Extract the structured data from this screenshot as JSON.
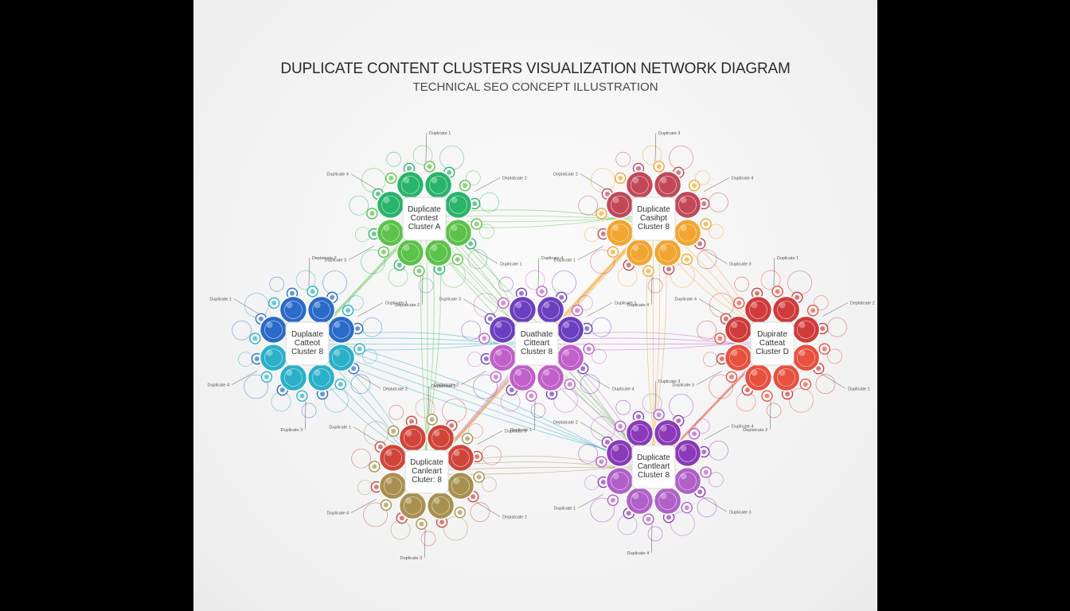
{
  "header": {
    "title": "DUPLICATE CONTENT CLUSTERS VISUALIZATION NETWORK DIAGRAM",
    "subtitle": "TECHNICAL SEO CONCEPT ILLUSTRATION"
  },
  "clusters": [
    {
      "id": "a",
      "lines": [
        "Duplicate",
        "Contest",
        "Cluster A"
      ],
      "colors": [
        "#5cc24a",
        "#28b46a"
      ]
    },
    {
      "id": "b",
      "lines": [
        "Duplaate",
        "Catteot",
        "Cluster 8"
      ],
      "colors": [
        "#2ab0c8",
        "#2a6ac8"
      ]
    },
    {
      "id": "c",
      "lines": [
        "Duplicate",
        "Casihpt",
        "Cluster 8"
      ],
      "colors": [
        "#f2a530",
        "#c24858"
      ]
    },
    {
      "id": "center",
      "lines": [
        "Duathate",
        "Citteart",
        "Cluster 8"
      ],
      "colors": [
        "#c060c8",
        "#6a40c0"
      ]
    },
    {
      "id": "d",
      "lines": [
        "Dupirate",
        "Catteat",
        "Cluster D"
      ],
      "colors": [
        "#e85040",
        "#d03a3a"
      ]
    },
    {
      "id": "e",
      "lines": [
        "Duplicate",
        "Canleart",
        "Cluter: 8"
      ],
      "colors": [
        "#a89050",
        "#d0453a"
      ]
    },
    {
      "id": "f",
      "lines": [
        "Duplicate",
        "Cantleart",
        "Cluster 8"
      ],
      "colors": [
        "#b060c8",
        "#8a3ab8"
      ]
    }
  ],
  "tiny_labels": [
    "Duplicate 1",
    "Deplatcate 2",
    "Duplicate 3",
    "Duplicate 4"
  ]
}
